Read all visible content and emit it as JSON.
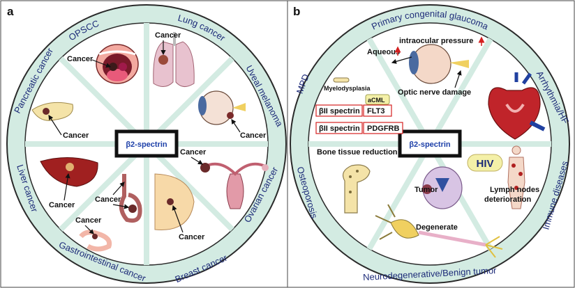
{
  "panel_a": {
    "label": "a",
    "center": "β2-spectrin",
    "sectors": [
      "OPSCC",
      "Lung cancer",
      "Uveal melanoma",
      "Ovarian cancer",
      "Breast cancer",
      "Gastrointestinal cancer",
      "Liver cancer",
      "Pancreatic cancer"
    ],
    "callout": "Cancer"
  },
  "panel_b": {
    "label": "b",
    "center": "β2-spectrin",
    "sectors": [
      "Primary congenital glaucoma",
      "Arrhythmia/HF",
      "Immune diseases",
      "Neurodegenerative/Benign tumor",
      "Osteoporosis",
      "MPD"
    ],
    "glaucoma": {
      "aqueous": "Aqueous",
      "pressure": "intraocular pressure",
      "nerve": "Optic nerve damage"
    },
    "mpd": {
      "myelo": "Myelodysplasia",
      "acml": "aCML",
      "spectrin1": "βII spectrin",
      "flt3": "FLT3",
      "spectrin2": "βII spectrin",
      "pdgfrb": "PDGFRB"
    },
    "bone": "Bone tissue reduction",
    "hiv": "HIV",
    "lymph": [
      "Lymph nodes",
      "deterioration"
    ],
    "tumor": "Tumor",
    "degenerate": "Degenerate"
  },
  "colors": {
    "ring_fill": "#d3ebe2",
    "ring_stroke": "#2a2a2a",
    "spoke": "#d3ebe2",
    "label": "#1c2a78",
    "center": "#1c3fa8",
    "arrow_red": "#d42020"
  }
}
